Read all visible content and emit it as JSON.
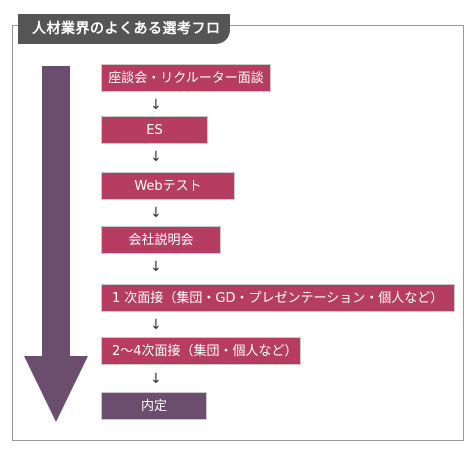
{
  "title": "人材業界のよくある選考フロー",
  "steps": [
    "座談会・リクルーター面談",
    "ES",
    "Webテスト",
    "会社説明会",
    "1 次面接（集団・GD・プレゼンテーション・個人など）",
    "2～4次面接（集団・個人など）",
    "内定"
  ],
  "arrow_glyph": "↓",
  "colors": {
    "step_fill": "#b63c62",
    "final_fill": "#6b4d6e",
    "big_arrow": "#6b4d6e",
    "title_bg": "#555555"
  }
}
